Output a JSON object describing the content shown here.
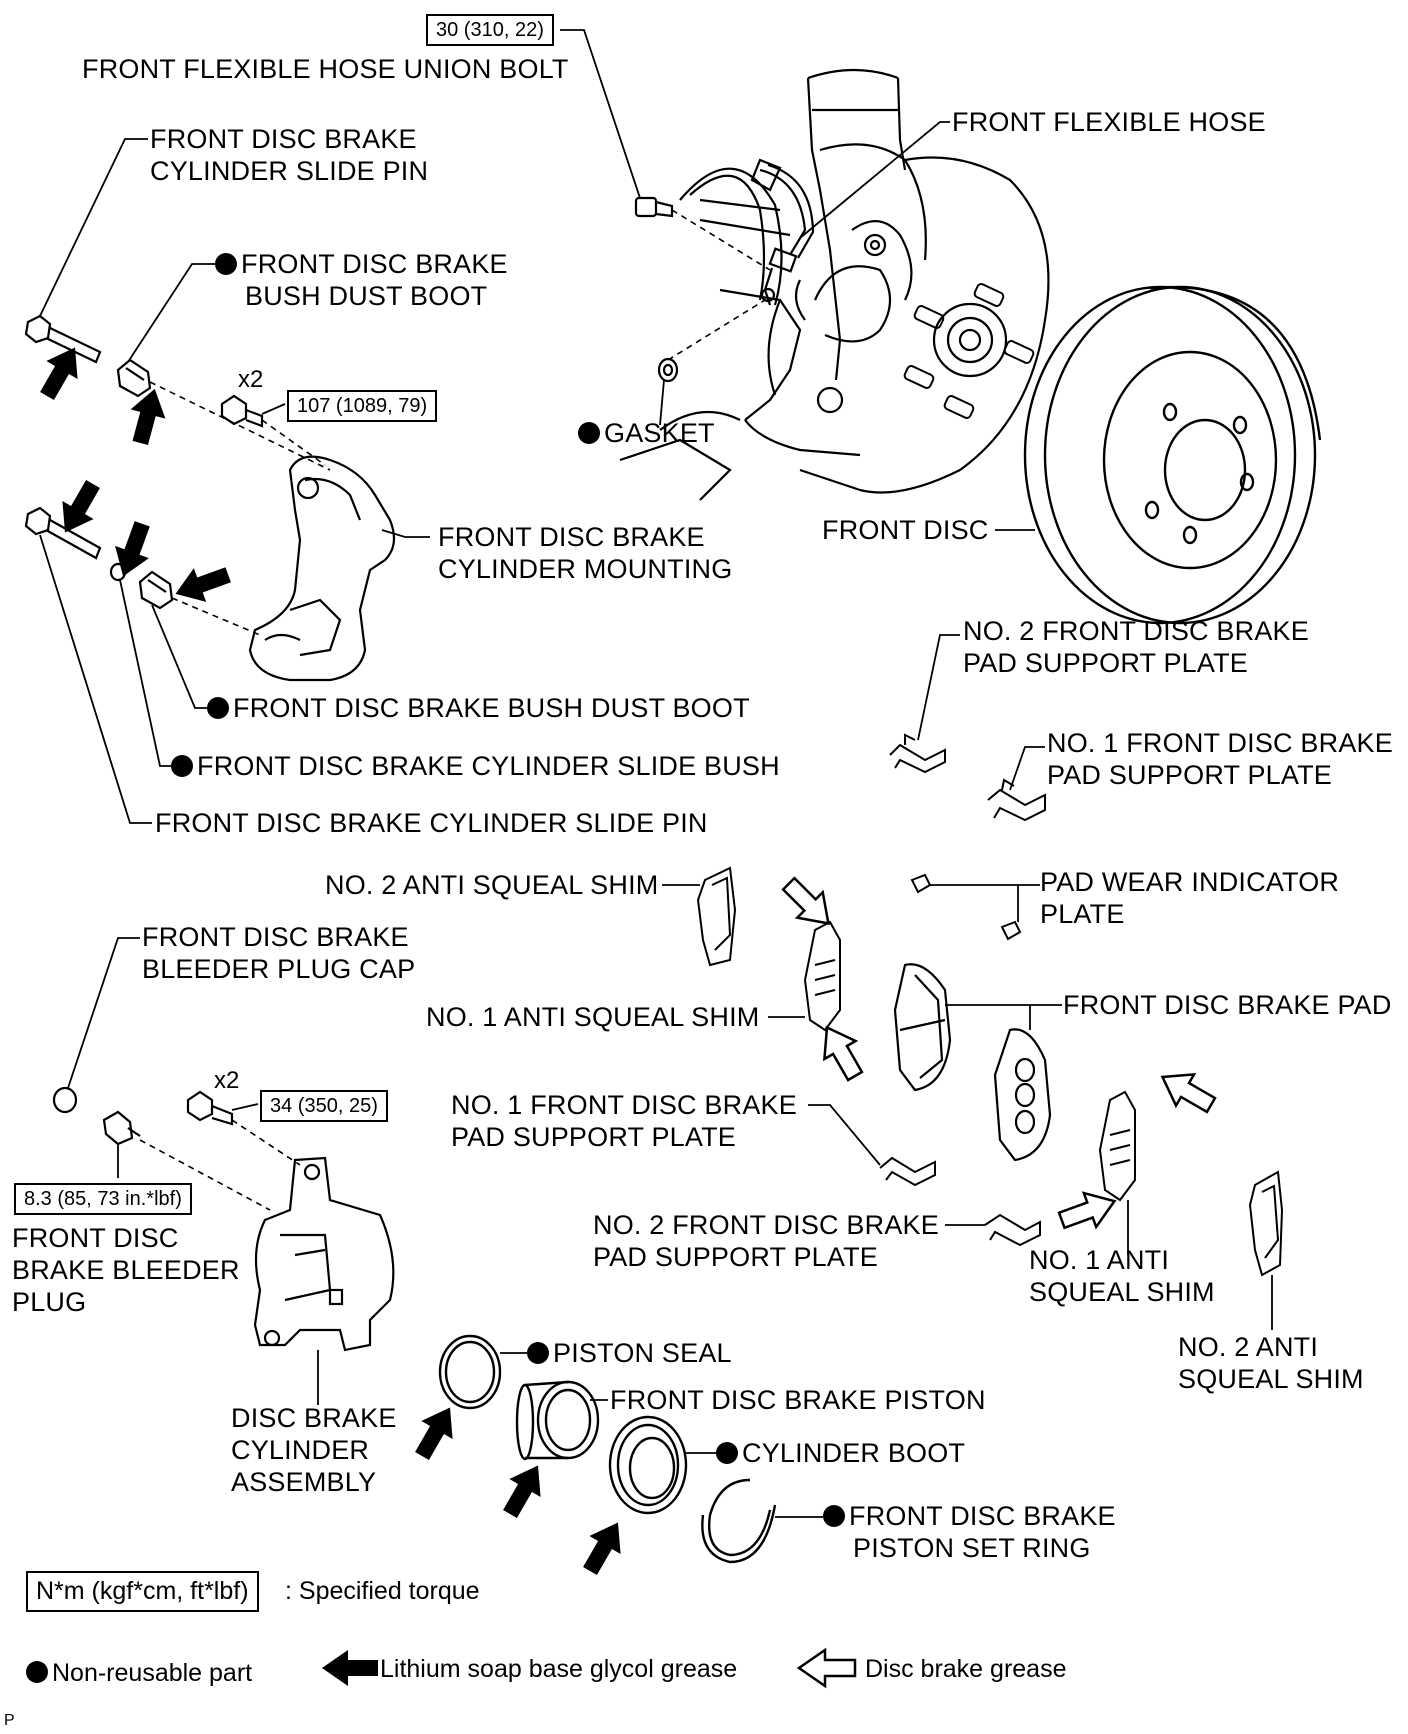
{
  "torque": {
    "union_bolt": "30 (310, 22)",
    "mounting_bolt": "107 (1089, 79)",
    "cylinder_bolt": "34 (350, 25)",
    "bleeder_plug": "8.3 (85, 73 in.*lbf)"
  },
  "multipliers": {
    "mounting": "x2",
    "cylinder": "x2"
  },
  "labels": {
    "union_bolt": "FRONT FLEXIBLE HOSE UNION BOLT",
    "flexible_hose": "FRONT FLEXIBLE HOSE",
    "slide_pin_top_1": "FRONT DISC BRAKE",
    "slide_pin_top_2": "CYLINDER SLIDE PIN",
    "bush_dust_boot_top_1": "FRONT DISC BRAKE",
    "bush_dust_boot_top_2": "BUSH DUST BOOT",
    "gasket": "GASKET",
    "front_disc": "FRONT DISC",
    "mounting_1": "FRONT DISC BRAKE",
    "mounting_2": "CYLINDER MOUNTING",
    "bush_dust_boot_bottom": "FRONT DISC BRAKE BUSH DUST BOOT",
    "slide_bush": "FRONT DISC BRAKE CYLINDER SLIDE BUSH",
    "slide_pin_bottom": "FRONT DISC BRAKE CYLINDER SLIDE PIN",
    "no2_support_top_1": "NO. 2 FRONT DISC BRAKE",
    "no2_support_top_2": "PAD SUPPORT PLATE",
    "no1_support_top_1": "NO. 1 FRONT DISC BRAKE",
    "no1_support_top_2": "PAD SUPPORT PLATE",
    "pad_wear_1": "PAD WEAR INDICATOR",
    "pad_wear_2": "PLATE",
    "no2_shim_left": "NO. 2 ANTI SQUEAL SHIM",
    "no1_shim_left": "NO. 1 ANTI SQUEAL SHIM",
    "bleeder_cap_1": "FRONT DISC BRAKE",
    "bleeder_cap_2": "BLEEDER PLUG CAP",
    "brake_pad": "FRONT DISC BRAKE PAD",
    "no1_support_mid_1": "NO. 1 FRONT DISC BRAKE",
    "no1_support_mid_2": "PAD SUPPORT PLATE",
    "no2_support_bottom_1": "NO. 2 FRONT DISC BRAKE",
    "no2_support_bottom_2": "PAD SUPPORT PLATE",
    "no1_shim_right_1": "NO. 1 ANTI",
    "no1_shim_right_2": "SQUEAL SHIM",
    "no2_shim_right_1": "NO. 2 ANTI",
    "no2_shim_right_2": "SQUEAL SHIM",
    "bleeder_plug_1": "FRONT DISC",
    "bleeder_plug_2": "BRAKE BLEEDER",
    "bleeder_plug_3": "PLUG",
    "cylinder_assy_1": "DISC BRAKE",
    "cylinder_assy_2": "CYLINDER",
    "cylinder_assy_3": "ASSEMBLY",
    "piston_seal": "PISTON SEAL",
    "piston": "FRONT DISC BRAKE PISTON",
    "cylinder_boot": "CYLINDER BOOT",
    "set_ring_1": "FRONT DISC BRAKE",
    "set_ring_2": "PISTON SET RING"
  },
  "legend": {
    "torque_box": "N*m (kgf*cm, ft*lbf)",
    "torque_text": ": Specified torque",
    "non_reusable": "Non-reusable part",
    "lithium": "Lithium soap base glycol grease",
    "disc_grease": "Disc brake grease"
  },
  "corner_code": "P"
}
